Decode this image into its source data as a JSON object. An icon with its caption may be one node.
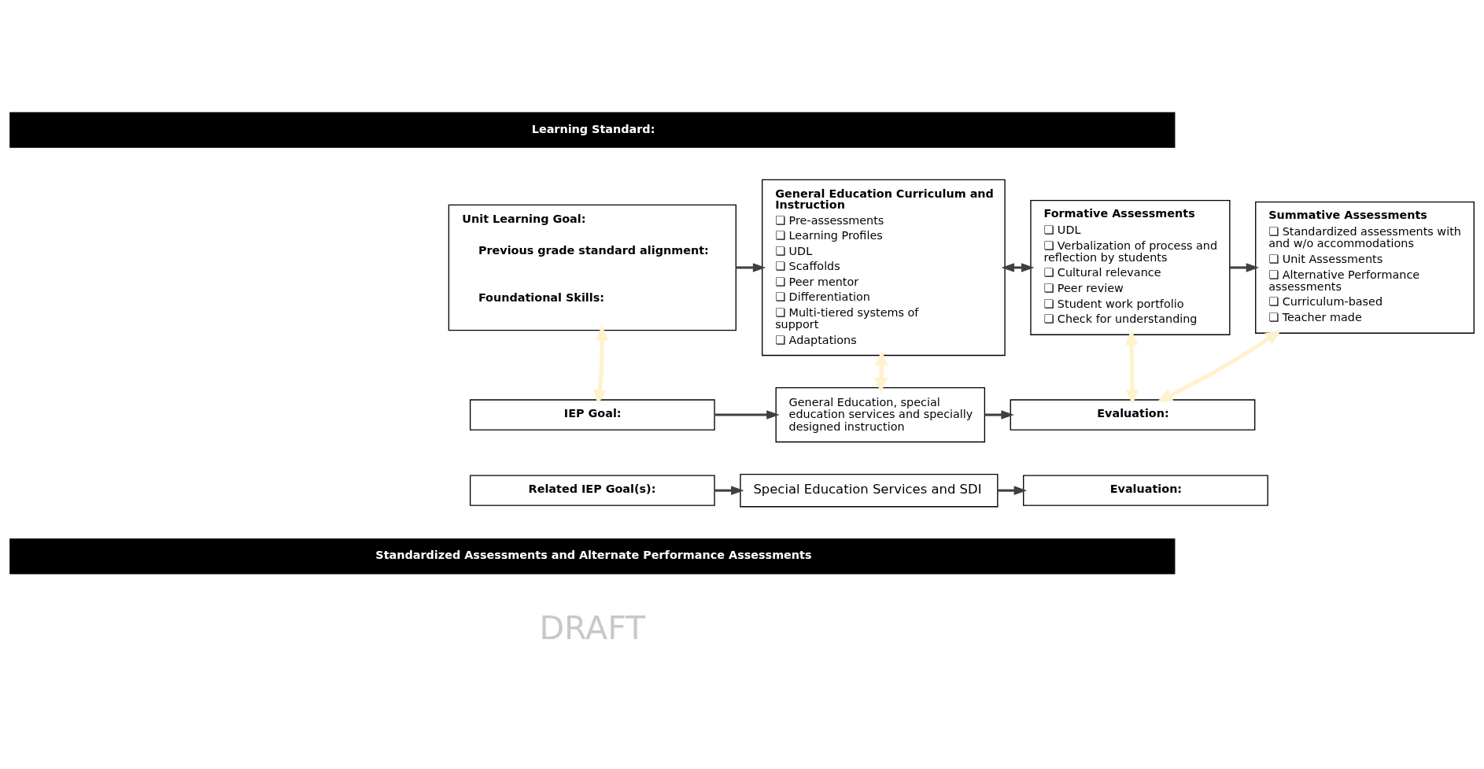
{
  "diagram": {
    "nodes": [
      {
        "text": [
          "Learning Standard:"
        ]
      },
      {
        "text": [
          "Unit Learning Goal:",
          "Previous grade standard alignment:",
          "Foundational Skills:"
        ]
      },
      {
        "text": [
          "General Education Curriculum and Instruction",
          "❏ Pre-assessments",
          "❏ Learning Profiles",
          "❏ UDL",
          "❏ Scaffolds",
          "❏ Peer mentor",
          "❏ Differentiation",
          "❏ Multi-tiered systems of support",
          "❏ Adaptations"
        ]
      },
      {
        "text": [
          "Formative Assessments",
          "❏ UDL",
          "❏ Verbalization of process and reflection by students",
          "❏ Cultural relevance",
          "❏ Peer review",
          "❏ Student work portfolio",
          "❏ Check for understanding"
        ]
      },
      {
        "text": [
          "Summative Assessments",
          "❏ Standardized assessments with and w/o accommodations",
          "❏ Unit Assessments",
          "❏ Alternative Performance assessments",
          "❏ Curriculum-based",
          "❏ Teacher made"
        ]
      },
      {
        "text": [
          "IEP Goal:"
        ]
      },
      {
        "text": [
          "General Education, special education services and specially designed instruction"
        ]
      },
      {
        "text": [
          "Evaluation:"
        ]
      },
      {
        "text": [
          "Related IEP Goal(s):"
        ]
      },
      {
        "text": [
          "Special Education Services and SDI"
        ]
      },
      {
        "text": [
          "Evaluation:"
        ]
      },
      {
        "text": [
          "Standardized Assessments and Alternate Performance Assessments"
        ]
      }
    ],
    "edges": [
      {
        "from": 1,
        "to": 2,
        "arrow": "to"
      },
      {
        "from": 2,
        "to": 3,
        "arrow": "both"
      },
      {
        "from": 3,
        "to": 4,
        "arrow": "to"
      },
      {
        "from": 1,
        "to": 5,
        "arrow": "both",
        "color": "#fff2cc"
      },
      {
        "from": 2,
        "to": 6,
        "arrow": "both",
        "color": "#fff2cc"
      },
      {
        "from": 3,
        "to": 7,
        "arrow": "both",
        "color": "#fff2cc"
      },
      {
        "from": 4,
        "to": 7,
        "arrow": "both",
        "color": "#fff2cc"
      },
      {
        "from": 5,
        "to": 6,
        "arrow": "to"
      },
      {
        "from": 6,
        "to": 7,
        "arrow": "to"
      },
      {
        "from": 8,
        "to": 9,
        "arrow": "to"
      },
      {
        "from": 9,
        "to": 10,
        "arrow": "to"
      }
    ],
    "labels": [
      "DRAFT"
    ]
  }
}
